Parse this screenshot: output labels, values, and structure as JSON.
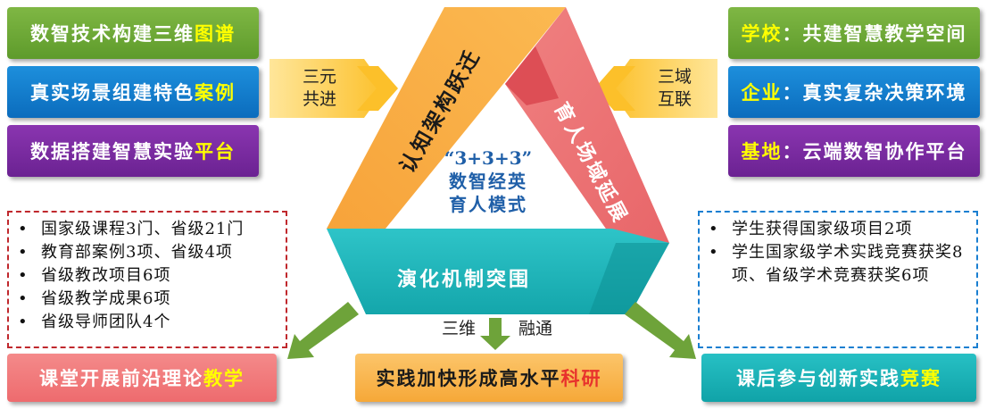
{
  "left_boxes": [
    {
      "prefix": "数智技术构建三维",
      "highlight": "图谱"
    },
    {
      "prefix": "真实场景组建特色",
      "highlight": "案例"
    },
    {
      "prefix": "数据搭建智慧实验",
      "highlight": "平台"
    }
  ],
  "right_boxes": [
    {
      "highlight": "学校",
      "suffix": "：共建智慧教学空间"
    },
    {
      "highlight": "企业",
      "suffix": "：真实复杂决策环境"
    },
    {
      "highlight": "基地",
      "suffix": "：云端数智协作平台"
    }
  ],
  "left_chevron": {
    "line1": "三元",
    "line2": "共进"
  },
  "right_chevron": {
    "line1": "三域",
    "line2": "互联"
  },
  "triangle": {
    "left_side": "认知架构跃迁",
    "right_side": "育人场域延展",
    "bottom_side": "演化机制突围",
    "center_line1": "“3+3+3”",
    "center_line2": "数智经英",
    "center_line3": "育人模式"
  },
  "bottom_arrow": {
    "left": "三维",
    "right": "融通"
  },
  "left_list": [
    "国家级课程3门、省级21门",
    "教育部案例3项、省级4项",
    "省级教改项目6项",
    "省级教学成果6项",
    "省级导师团队4个"
  ],
  "right_list": [
    "学生获得国家级项目2项",
    "学生国家级学术实践竞赛获奖8项、省级学术竞赛获奖6项"
  ],
  "bullet": "•",
  "bottom_boxes": [
    {
      "prefix": "课堂开展前沿理论",
      "highlight": "教学"
    },
    {
      "prefix": "实践加快形成高水平",
      "highlight": "科研"
    },
    {
      "prefix": "课后参与创新实践",
      "highlight": "竞赛"
    }
  ]
}
